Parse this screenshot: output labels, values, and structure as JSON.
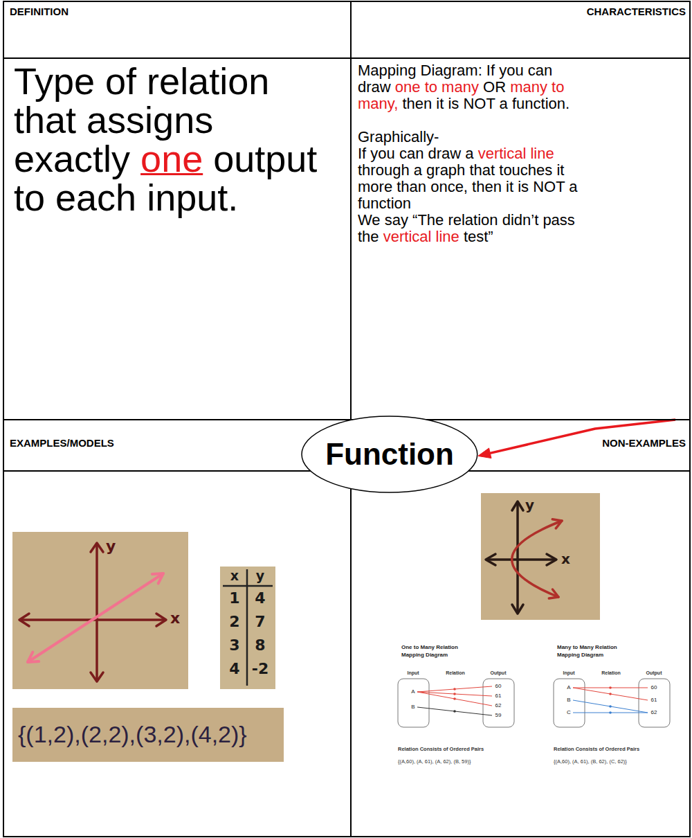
{
  "diagram": {
    "nodes": [
      {
        "text": [
          "DEFINITION",
          "Type of relation that assigns exactly",
          "one",
          "output to each input."
        ]
      },
      {
        "text": [
          "CHARACTERISTICS",
          "Mapping Diagram: If you can draw",
          "one to many",
          "OR",
          "many to many,",
          "then it is NOT a function.",
          "Graphically-",
          "If you can draw a",
          "vertical line",
          "through a graph that touches it more than once, then it is NOT a function",
          "We say “The relation didn’t pass the",
          "vertical line",
          "test”"
        ]
      },
      {
        "text": [
          "EXAMPLES/MODELS"
        ]
      },
      {
        "text": [
          "NON-EXAMPLES"
        ]
      },
      {
        "text": [
          "Function"
        ]
      }
    ],
    "edges": [
      {
        "from": 1,
        "to": 4,
        "arrow": "to"
      }
    ],
    "labels": [
      "y",
      "x",
      "x",
      "y",
      "1",
      "4",
      "2",
      "7",
      "3",
      "8",
      "4",
      "-2",
      "{(1,2),(2,2),(3,2),(4,2)}",
      "y",
      "x",
      "One to Many Relation",
      "Mapping Diagram",
      "Input",
      "Relation",
      "Output",
      "A",
      "B",
      "60",
      "61",
      "62",
      "59",
      "Relation Consists of Ordered Pairs",
      "{(A,60), (A, 61), (A, 62), (B, 59)}",
      "Many to Many Relation",
      "Mapping Diagram",
      "Input",
      "Relation",
      "Output",
      "A",
      "B",
      "C",
      "60",
      "61",
      "62",
      "Relation Consists of Ordered Pairs",
      "{(A,60), (A, 61), (B, 62), (C, 62)}"
    ]
  }
}
